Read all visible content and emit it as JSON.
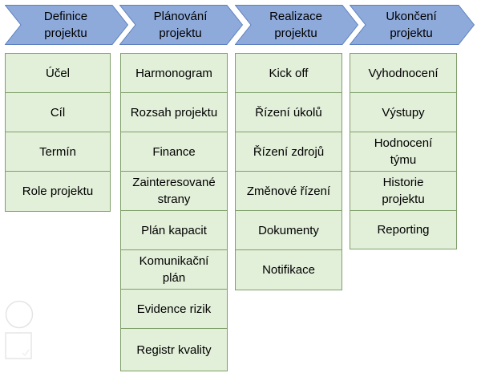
{
  "colors": {
    "chevron_fill": "#8eaadb",
    "chevron_stroke": "#5b7fbf",
    "cell_fill": "#e2efd9",
    "cell_border": "#7f9f6a"
  },
  "phases": [
    {
      "title": "Definice\nprojektu",
      "items": [
        "Účel",
        "Cíl",
        "Termín",
        "Role projektu"
      ]
    },
    {
      "title": "Plánování\nprojektu",
      "items": [
        "Harmonogram",
        "Rozsah projektu",
        "Finance",
        "Zainteresované\nstrany",
        "Plán kapacit",
        "Komunikační\nplán",
        "Evidence rizik",
        "Registr kvality"
      ]
    },
    {
      "title": "Realizace\nprojektu",
      "items": [
        "Kick off",
        "Řízení úkolů",
        "Řízení zdrojů",
        "Změnové řízení",
        "Dokumenty",
        "Notifikace"
      ]
    },
    {
      "title": "Ukončení\nprojektu",
      "items": [
        "Vyhodnocení",
        "Výstupy",
        "Hodnocení\ntýmu",
        "Historie\nprojektu",
        "Reporting"
      ]
    }
  ]
}
